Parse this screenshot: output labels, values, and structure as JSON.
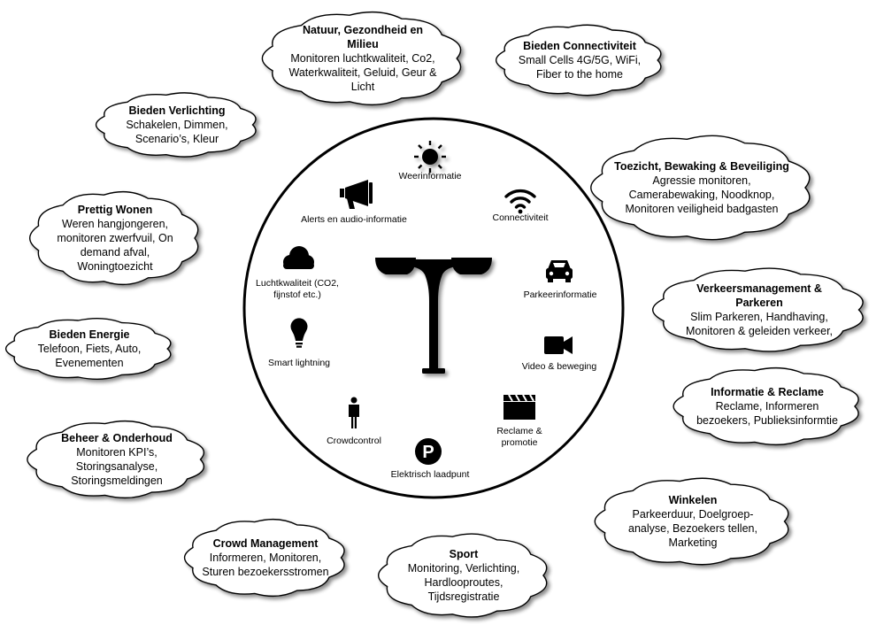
{
  "clouds": [
    {
      "id": "natuur",
      "title": "Natuur, Gezondheid en Milieu",
      "text": "Monitoren luchtkwaliteit, Co2, Waterkwaliteit, Geluid, Geur & Licht"
    },
    {
      "id": "connectiviteit",
      "title": "Bieden Connectiviteit",
      "text": "Small Cells 4G/5G, WiFi, Fiber to the home"
    },
    {
      "id": "verlichting",
      "title": "Bieden Verlichting",
      "text": "Schakelen, Dimmen, Scenario’s, Kleur"
    },
    {
      "id": "toezicht",
      "title": "Toezicht, Bewaking & Beveiliging",
      "text": "Agressie monitoren, Camerabewaking, Noodknop, Monitoren veiligheid badgasten"
    },
    {
      "id": "wonen",
      "title": "Prettig Wonen",
      "text": "Weren hangjongeren, monitoren zwerfvuil, On demand afval, Woningtoezicht"
    },
    {
      "id": "verkeer",
      "title": "Verkeersmanagement & Parkeren",
      "text": "Slim Parkeren, Handhaving, Monitoren & geleiden verkeer,"
    },
    {
      "id": "energie",
      "title": "Bieden Energie",
      "text": "Telefoon, Fiets, Auto, Evenementen"
    },
    {
      "id": "reclame",
      "title": "Informatie & Reclame",
      "text": "Reclame, Informeren bezoekers, Publieksinformtie"
    },
    {
      "id": "beheer",
      "title": "Beheer & Onderhoud",
      "text": "Monitoren KPI’s, Storingsanalyse, Storingsmeldingen"
    },
    {
      "id": "winkelen",
      "title": "Winkelen",
      "text": "Parkeerduur, Doelgroep-analyse, Bezoekers tellen, Marketing"
    },
    {
      "id": "crowd",
      "title": "Crowd Management",
      "text": "Informeren, Monitoren, Sturen bezoekersstromen"
    },
    {
      "id": "sport",
      "title": "Sport",
      "text": "Monitoring, Verlichting, Hardlooproutes, Tijdsregistratie"
    }
  ],
  "functions": [
    {
      "id": "weer",
      "label": "Weerinformatie",
      "icon": "sun-icon"
    },
    {
      "id": "connect",
      "label": "Connectiviteit",
      "icon": "wifi-icon"
    },
    {
      "id": "parkeer",
      "label": "Parkeerinformatie",
      "icon": "car-icon"
    },
    {
      "id": "video",
      "label": "Video & beweging",
      "icon": "video-camera-icon"
    },
    {
      "id": "reclame",
      "label": "Reclame  & promotie",
      "icon": "clapperboard-icon"
    },
    {
      "id": "laadpunt",
      "label": "Elektrisch laadpunt",
      "icon": "parking-icon"
    },
    {
      "id": "crowdcontrol",
      "label": "Crowdcontrol",
      "icon": "person-icon"
    },
    {
      "id": "lightning",
      "label": "Smart lightning",
      "icon": "lightbulb-icon"
    },
    {
      "id": "lucht",
      "label": "Luchtkwaliteit (CO2, fijnstof etc.)",
      "icon": "cloud-icon"
    },
    {
      "id": "alerts",
      "label": "Alerts en audio-informatie",
      "icon": "megaphone-icon"
    }
  ],
  "center_icon": "streetlight-icon"
}
